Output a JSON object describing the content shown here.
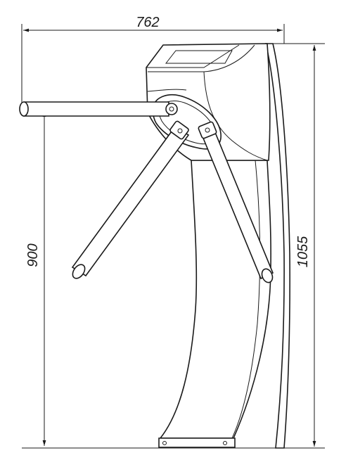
{
  "dimensions": {
    "width_label": "762",
    "arm_height_label": "900",
    "total_height_label": "1055"
  }
}
